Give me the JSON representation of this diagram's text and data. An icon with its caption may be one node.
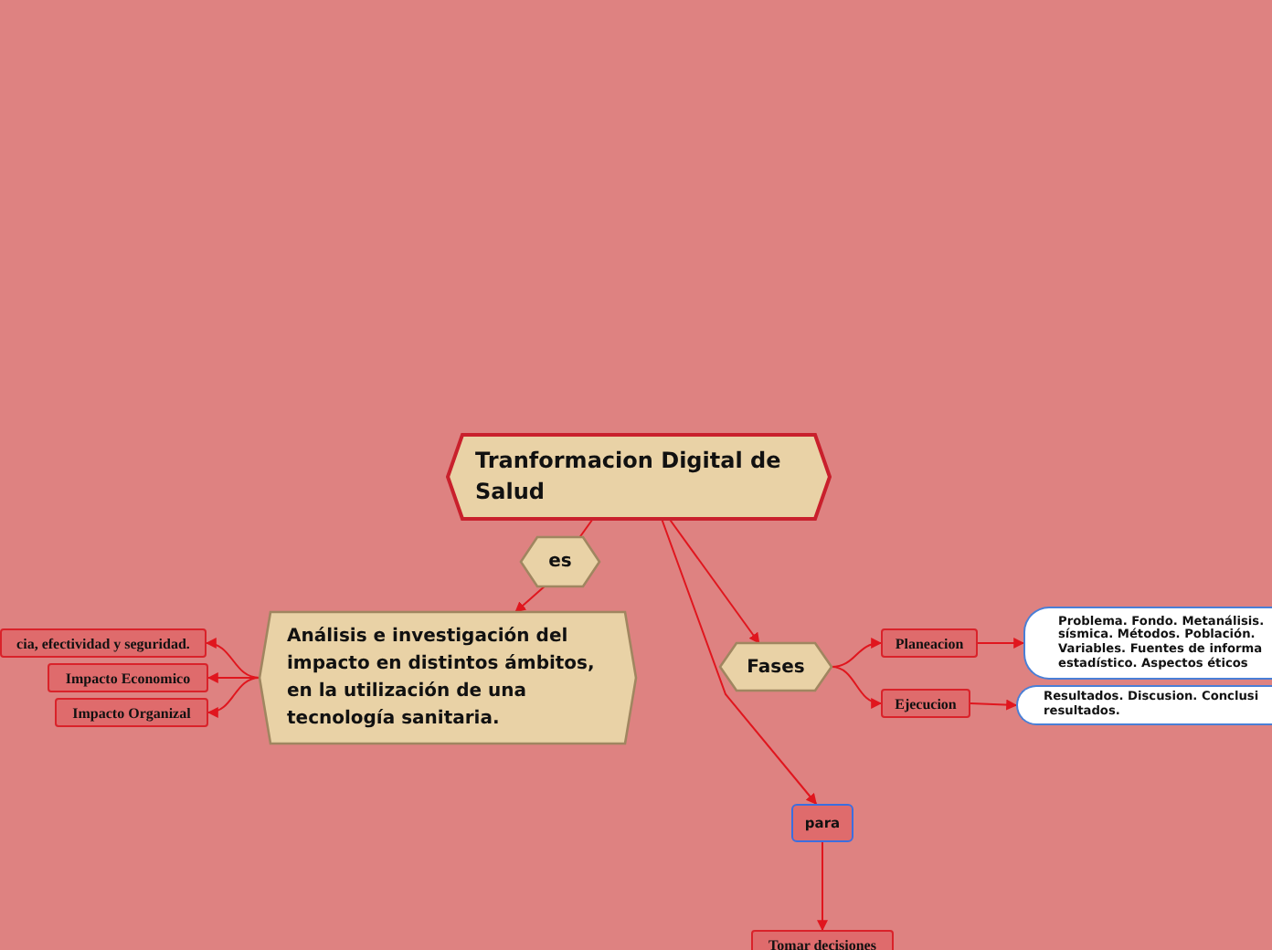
{
  "diagram": {
    "nodes": [
      {
        "text": [
          "Tranformacion Digital de Salud"
        ]
      },
      {
        "text": [
          "es"
        ]
      },
      {
        "text": [
          "Análisis e investigación del impacto en distintos ámbitos, en la utilización de una tecnología sanitaria."
        ]
      },
      {
        "text": [
          "cia, efectividad y seguridad."
        ]
      },
      {
        "text": [
          "Impacto Economico"
        ]
      },
      {
        "text": [
          "Impacto Organizal"
        ]
      },
      {
        "text": [
          "Fases"
        ]
      },
      {
        "text": [
          "Planeacion"
        ]
      },
      {
        "text": [
          "Ejecucion"
        ]
      },
      {
        "text": [
          "Problema. Fondo. Metanálisis. sísmica. Métodos. Población. Variables. Fuentes de informa estadístico. Aspectos éticos"
        ]
      },
      {
        "text": [
          "Resultados. Discusion. Conclusi resultados."
        ]
      },
      {
        "text": [
          "para"
        ]
      },
      {
        "text": [
          "Tomar decisiones"
        ]
      }
    ],
    "edges": [
      {
        "from": 0,
        "to": 1,
        "arrow": "none"
      },
      {
        "from": 1,
        "to": 2,
        "arrow": "to"
      },
      {
        "from": 0,
        "to": 6,
        "arrow": "to"
      },
      {
        "from": 0,
        "to": 11,
        "arrow": "to"
      },
      {
        "from": 2,
        "to": 3,
        "arrow": "to"
      },
      {
        "from": 2,
        "to": 4,
        "arrow": "to"
      },
      {
        "from": 2,
        "to": 5,
        "arrow": "to"
      },
      {
        "from": 6,
        "to": 7,
        "arrow": "to"
      },
      {
        "from": 6,
        "to": 8,
        "arrow": "to"
      },
      {
        "from": 7,
        "to": 9,
        "arrow": "to"
      },
      {
        "from": 8,
        "to": 10,
        "arrow": "to"
      },
      {
        "from": 11,
        "to": 12,
        "arrow": "to"
      }
    ]
  }
}
